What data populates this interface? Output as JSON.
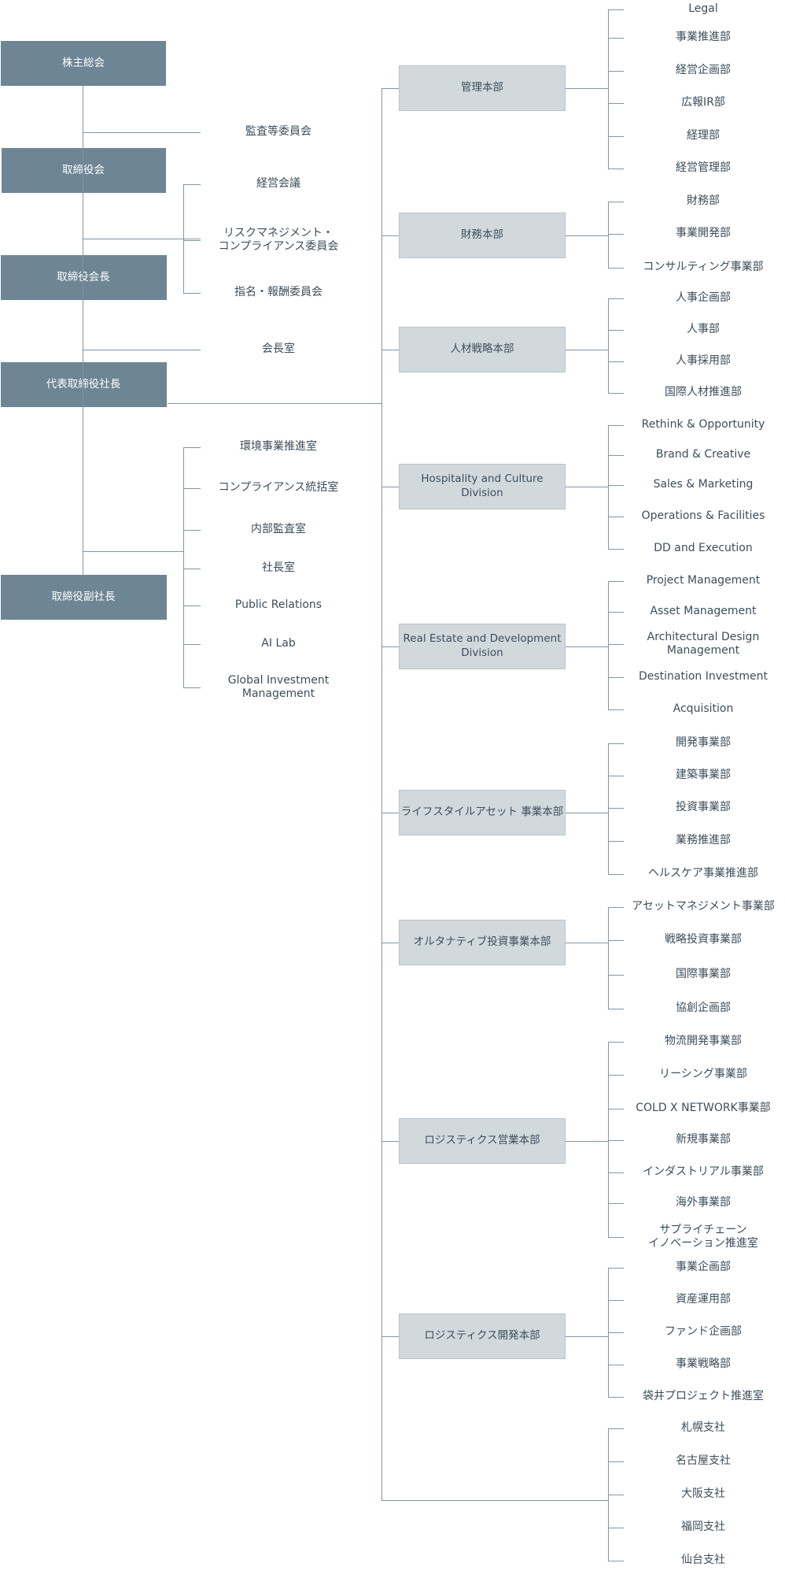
{
  "colors": {
    "exec_box": "#6d8595",
    "division_box": "#d1d9dd",
    "connector": "#8295a4",
    "text": "#3c4e5b"
  },
  "exec_chain": [
    "株主総会",
    "取締役会",
    "取締役会長",
    "代表取締役社長",
    "取締役副社長"
  ],
  "committees": {
    "audit": "監査等委員会",
    "board": [
      "経営会議",
      "リスクマネジメント・\nコンプライアンス委員会",
      "指名・報酬委員会"
    ],
    "chairman_office": "会長室",
    "president_staff": [
      "環境事業推進室",
      "コンプライアンス統括室",
      "内部監査室",
      "社長室",
      "Public Relations",
      "AI Lab",
      "Global Investment\nManagement"
    ]
  },
  "divisions": [
    {
      "name": "管理本部",
      "departments": [
        "Legal",
        "事業推進部",
        "経営企画部",
        "広報IR部",
        "経理部",
        "経営管理部"
      ]
    },
    {
      "name": "財務本部",
      "departments": [
        "財務部",
        "事業開発部",
        "コンサルティング事業部"
      ]
    },
    {
      "name": "人材戦略本部",
      "departments": [
        "人事企画部",
        "人事部",
        "人事採用部",
        "国際人材推進部"
      ]
    },
    {
      "name": "Hospitality and Culture\nDivision",
      "departments": [
        "Rethink & Opportunity",
        "Brand & Creative",
        "Sales & Marketing",
        "Operations & Facilities",
        "DD and Execution"
      ]
    },
    {
      "name": "Real Estate and\nDevelopment Division",
      "departments": [
        "Project Management",
        "Asset Management",
        "Architectural Design\nManagement",
        "Destination Investment",
        "Acquisition"
      ]
    },
    {
      "name": "ライフスタイルアセット\n事業本部",
      "departments": [
        "開発事業部",
        "建築事業部",
        "投資事業部",
        "業務推進部",
        "ヘルスケア事業推進部"
      ]
    },
    {
      "name": "オルタナティブ投資事業本部",
      "departments": [
        "アセットマネジメント事業部",
        "戦略投資事業部",
        "国際事業部",
        "協創企画部"
      ]
    },
    {
      "name": "ロジスティクス営業本部",
      "departments": [
        "物流開発事業部",
        "リーシング事業部",
        "COLD X NETWORK事業部",
        "新規事業部",
        "インダストリアル事業部",
        "海外事業部",
        "サプライチェーン\nイノベーション推進室"
      ]
    },
    {
      "name": "ロジスティクス開発本部",
      "departments": [
        "事業企画部",
        "資産運用部",
        "ファンド企画部",
        "事業戦略部",
        "袋井プロジェクト推進室"
      ]
    },
    {
      "name": "",
      "departments": [
        "札幌支社",
        "名古屋支社",
        "大阪支社",
        "福岡支社",
        "仙台支社"
      ]
    }
  ]
}
